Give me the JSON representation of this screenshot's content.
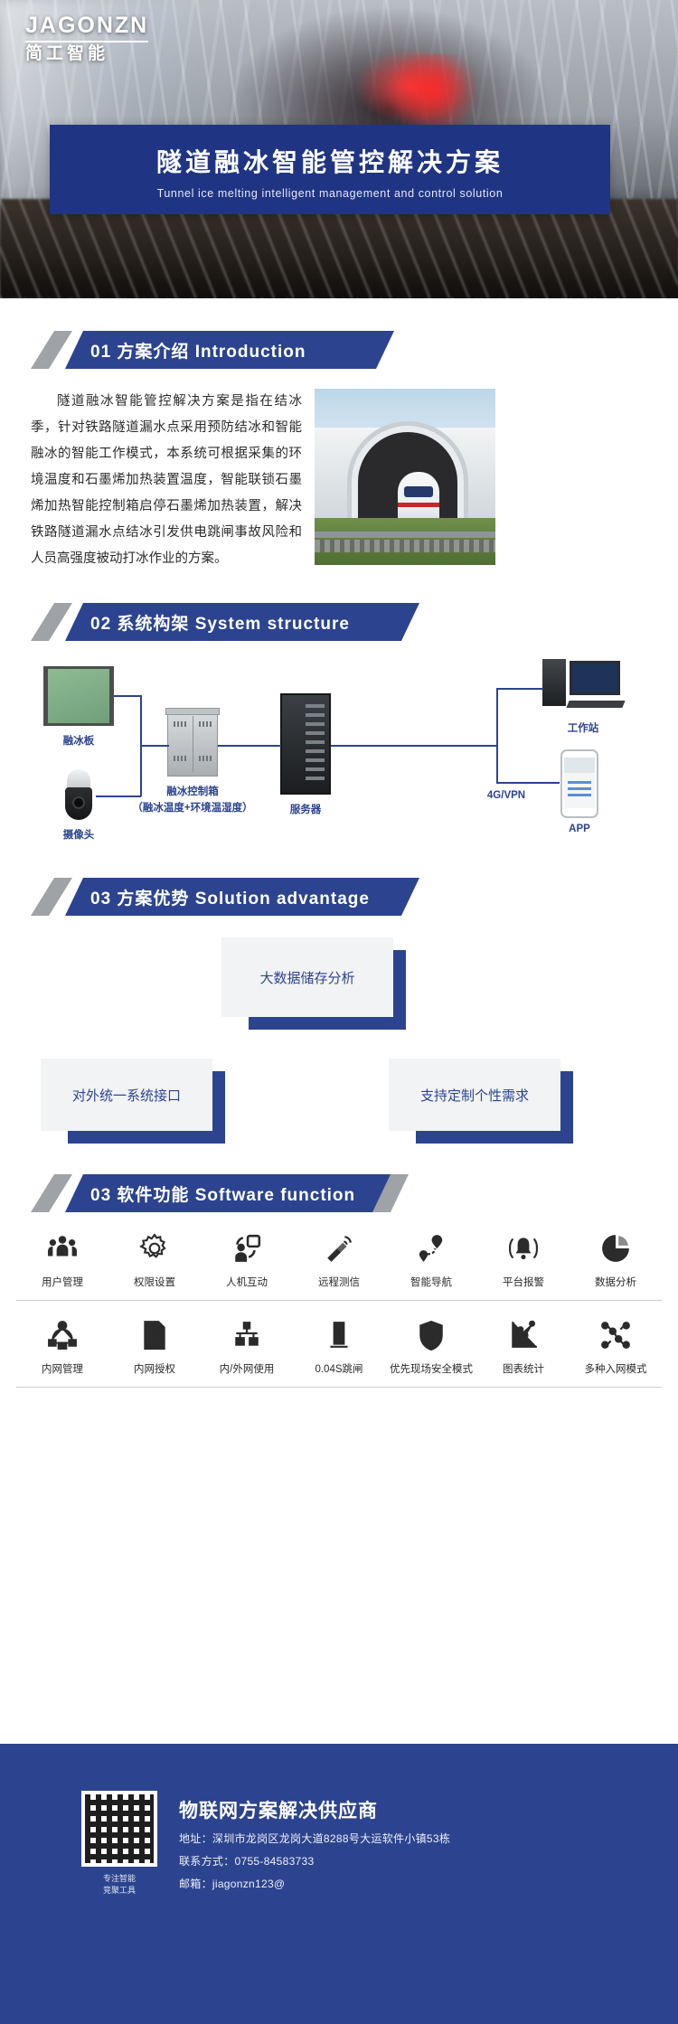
{
  "hero": {
    "logo_en": "JAGONZN",
    "logo_cn": "简工智能",
    "title": "隧道融冰智能管控解决方案",
    "subtitle": "Tunnel ice melting intelligent management and control solution"
  },
  "section_intro": {
    "number": "01",
    "heading": "01  方案介绍 Introduction",
    "body": "隧道融冰智能管控解决方案是指在结冰季，针对铁路隧道漏水点采用预防结冰和智能融冰的智能工作模式，本系统可根据采集的环境温度和石墨烯加热装置温度，智能联锁石墨烯加热智能控制箱启停石墨烯加热装置，解决铁路隧道漏水点结冰引发供电跳闸事故风险和人员高强度被动打冰作业的方案。",
    "image_alt": "tunnel-portal-train"
  },
  "section_structure": {
    "number": "02",
    "heading": "02  系统构架 System structure",
    "nodes": [
      {
        "id": "melt-panel",
        "label": "融冰板"
      },
      {
        "id": "camera",
        "label": "摄像头"
      },
      {
        "id": "control-box",
        "label": "融冰控制箱",
        "label2": "（融冰温度+环境温湿度）"
      },
      {
        "id": "server",
        "label": "服务器"
      },
      {
        "id": "workstation",
        "label": "工作站"
      },
      {
        "id": "app",
        "label": "APP"
      }
    ],
    "link_label": "4G/VPN"
  },
  "section_advantage": {
    "number": "03",
    "heading": "03 方案优势 Solution advantage",
    "items": [
      {
        "label": "大数据储存分析"
      },
      {
        "label": "对外统一系统接口"
      },
      {
        "label": "支持定制个性需求"
      }
    ]
  },
  "section_software": {
    "number": "03",
    "heading": "03 软件功能 Software function",
    "row1": [
      {
        "icon": "users-icon",
        "label": "用户管理"
      },
      {
        "icon": "gear-icon",
        "label": "权限设置"
      },
      {
        "icon": "human-machine-icon",
        "label": "人机互动"
      },
      {
        "icon": "satellite-icon",
        "label": "远程测信"
      },
      {
        "icon": "navigation-pin-icon",
        "label": "智能导航"
      },
      {
        "icon": "alarm-bell-icon",
        "label": "平台报警"
      },
      {
        "icon": "pie-chart-icon",
        "label": "数据分析"
      }
    ],
    "row2": [
      {
        "icon": "intranet-icon",
        "label": "内网管理"
      },
      {
        "icon": "document-lock-icon",
        "label": "内网授权"
      },
      {
        "icon": "network-tree-icon",
        "label": "内/外网使用"
      },
      {
        "icon": "breaker-icon",
        "label": "0.04S跳闸"
      },
      {
        "icon": "safety-shield-icon",
        "label": "优先现场安全模式"
      },
      {
        "icon": "line-chart-icon",
        "label": "图表统计"
      },
      {
        "icon": "multi-node-icon",
        "label": "多种入网模式"
      }
    ]
  },
  "footer": {
    "qr_caption_line1": "专注智能",
    "qr_caption_line2": "竞聚工具",
    "title": "物联网方案解决供应商",
    "address": "地址：深圳市龙岗区龙岗大道8288号大运软件小镇53栋",
    "phone": "联系方式：0755-84583733",
    "email": "邮箱：jiagonzn123@"
  },
  "colors": {
    "brand_blue": "#2c448f",
    "hero_blue": "#1f3583",
    "gray_tail": "#9fa3a7",
    "card_gray": "#f2f3f5"
  }
}
